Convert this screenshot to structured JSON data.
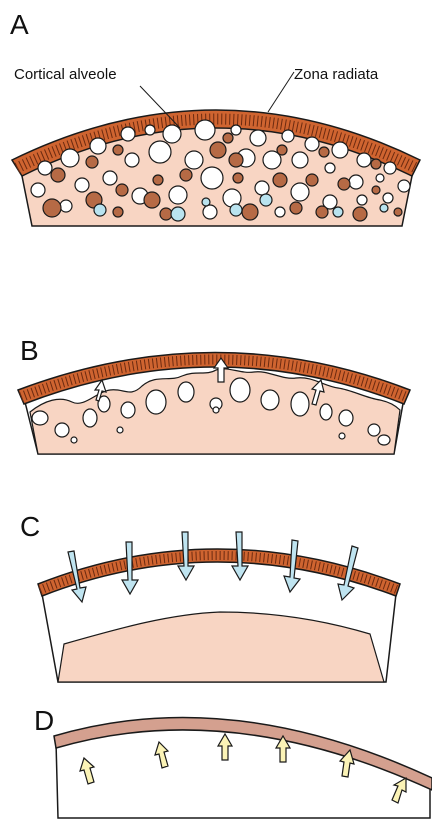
{
  "panels": [
    {
      "letter": "A"
    },
    {
      "letter": "B"
    },
    {
      "letter": "C"
    },
    {
      "letter": "D"
    }
  ],
  "labels": {
    "cortical_alveole": "Cortical alveole",
    "zona_radiata": "Zona radiata"
  },
  "colors": {
    "cytoplasm": "#f8d5c3",
    "zona_radiata": "#cf6430",
    "zona_dark": "#6b2a10",
    "alveole_white": "#ffffff",
    "yolk_brown": "#b66a45",
    "yolk_blue": "#b9e3ef",
    "arrow_blue": "#bfe4f0",
    "arrow_yellow": "#fbf3b6",
    "chorion_hardened": "#d4a08f",
    "outline": "#1a1a1a"
  }
}
